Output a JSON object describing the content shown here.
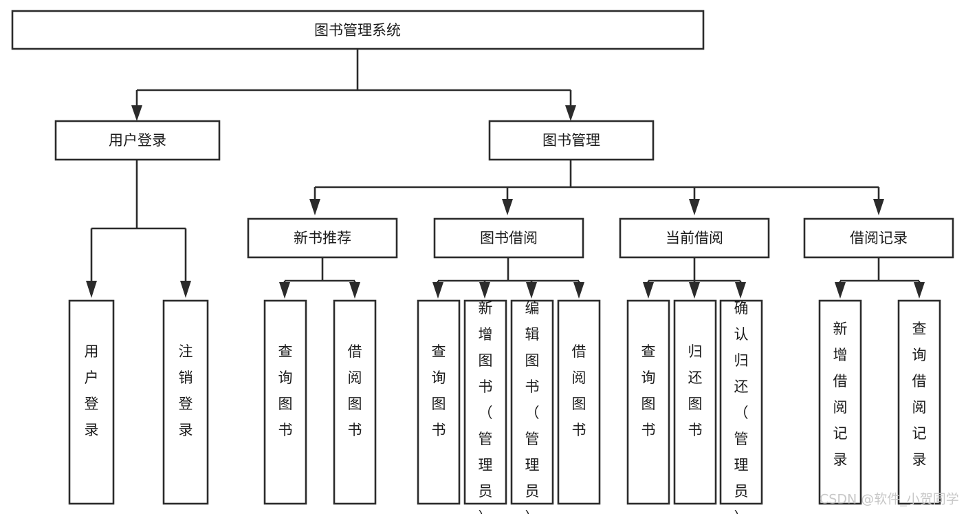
{
  "diagram": {
    "title": "图书管理系统",
    "type": "tree",
    "root": {
      "id": "root",
      "label": "图书管理系统",
      "orientation": "horizontal"
    },
    "level1": [
      {
        "id": "user-login",
        "label": "用户登录",
        "orientation": "horizontal"
      },
      {
        "id": "book-management",
        "label": "图书管理",
        "orientation": "horizontal"
      }
    ],
    "level2": [
      {
        "id": "new-book-recommend",
        "label": "新书推荐",
        "parent": "book-management",
        "orientation": "horizontal"
      },
      {
        "id": "book-borrow",
        "label": "图书借阅",
        "parent": "book-management",
        "orientation": "horizontal"
      },
      {
        "id": "current-borrow",
        "label": "当前借阅",
        "parent": "book-management",
        "orientation": "horizontal"
      },
      {
        "id": "borrow-record",
        "label": "借阅记录",
        "parent": "book-management",
        "orientation": "horizontal"
      }
    ],
    "leaves": [
      {
        "id": "leaf-user-login",
        "label": "用户登录",
        "parent": "user-login",
        "orientation": "vertical"
      },
      {
        "id": "leaf-user-logout",
        "label": "注销登录",
        "parent": "user-login",
        "orientation": "vertical"
      },
      {
        "id": "leaf-query-book-1",
        "label": "查询图书",
        "parent": "new-book-recommend",
        "orientation": "vertical"
      },
      {
        "id": "leaf-borrow-book-1",
        "label": "借阅图书",
        "parent": "new-book-recommend",
        "orientation": "vertical"
      },
      {
        "id": "leaf-query-book-2",
        "label": "查询图书",
        "parent": "book-borrow",
        "orientation": "vertical"
      },
      {
        "id": "leaf-add-book",
        "label": "新增图书（管理员）",
        "parent": "book-borrow",
        "orientation": "vertical"
      },
      {
        "id": "leaf-edit-book",
        "label": "编辑图书（管理员）",
        "parent": "book-borrow",
        "orientation": "vertical"
      },
      {
        "id": "leaf-borrow-book-2",
        "label": "借阅图书",
        "parent": "book-borrow",
        "orientation": "vertical"
      },
      {
        "id": "leaf-query-book-3",
        "label": "查询图书",
        "parent": "current-borrow",
        "orientation": "vertical"
      },
      {
        "id": "leaf-return-book",
        "label": "归还图书",
        "parent": "current-borrow",
        "orientation": "vertical"
      },
      {
        "id": "leaf-confirm-return",
        "label": "确认归还（管理员）",
        "parent": "current-borrow",
        "orientation": "vertical"
      },
      {
        "id": "leaf-add-record",
        "label": "新增借阅记录",
        "parent": "borrow-record",
        "orientation": "vertical"
      },
      {
        "id": "leaf-query-record",
        "label": "查询借阅记录",
        "parent": "borrow-record",
        "orientation": "vertical"
      }
    ],
    "colors": {
      "stroke": "#2b2b2b",
      "fill": "#ffffff",
      "text": "#1b1b1b",
      "background": "#ffffff",
      "watermark": "#c8c8c8"
    }
  },
  "watermark": {
    "text": "CSDN @软件_小贺同学"
  }
}
